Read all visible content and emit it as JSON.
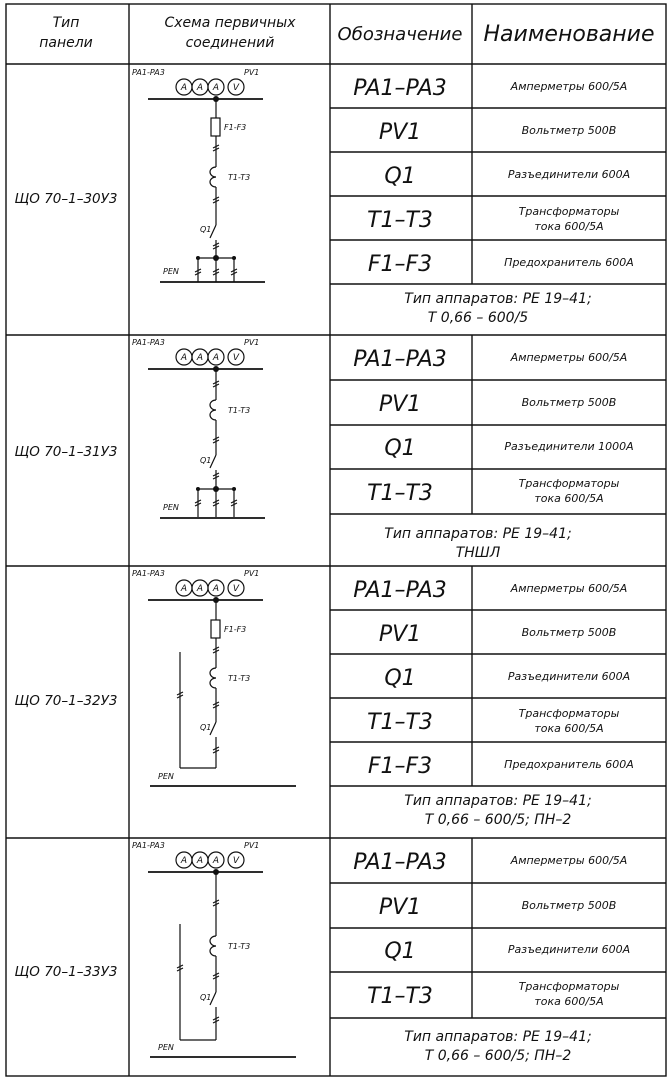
{
  "header": {
    "col_type": [
      "Тип",
      "панели"
    ],
    "col_scheme": [
      "Схема первичных",
      "соединений"
    ],
    "col_designation": "Обозначение",
    "col_name": "Наименование"
  },
  "panels": [
    {
      "type": "ЩО 70–1–30У3",
      "scheme": {
        "meters_label": "PA1-PA3",
        "voltmeter_label": "PV1",
        "meter_letters": [
          "A",
          "A",
          "A",
          "V"
        ],
        "fuse_label": "F1-F3",
        "tt_label": "T1-T3",
        "switch_label": "Q1",
        "pen_label": "PEN"
      },
      "rows": [
        {
          "designation": "PA1–PA3",
          "name": [
            "Амперметры 600/5А"
          ]
        },
        {
          "designation": "PV1",
          "name": [
            "Вольтметр 500В"
          ]
        },
        {
          "designation": "Q1",
          "name": [
            "Разъединители 600А"
          ]
        },
        {
          "designation": "T1–T3",
          "name": [
            "Трансформаторы",
            "тока 600/5А"
          ]
        },
        {
          "designation": "F1–F3",
          "name": [
            "Предохранитель 600А"
          ]
        }
      ],
      "note": [
        "Тип аппаратов: РЕ 19–41;",
        "Т 0,66 – 600/5"
      ]
    },
    {
      "type": "ЩО 70–1–31У3",
      "scheme": {
        "meters_label": "PA1-PA3",
        "voltmeter_label": "PV1",
        "meter_letters": [
          "A",
          "A",
          "A",
          "V"
        ],
        "tt_label": "T1-T3",
        "switch_label": "Q1",
        "pen_label": "PEN"
      },
      "rows": [
        {
          "designation": "PA1–PA3",
          "name": [
            "Амперметры 600/5А"
          ]
        },
        {
          "designation": "PV1",
          "name": [
            "Вольтметр 500В"
          ]
        },
        {
          "designation": "Q1",
          "name": [
            "Разъединители 1000А"
          ]
        },
        {
          "designation": "T1–T3",
          "name": [
            "Трансформаторы",
            "тока 600/5А"
          ]
        }
      ],
      "note": [
        "Тип аппаратов: РЕ 19–41;",
        "ТНШЛ"
      ]
    },
    {
      "type": "ЩО 70–1–32У3",
      "scheme": {
        "meters_label": "PA1-PA3",
        "voltmeter_label": "PV1",
        "meter_letters": [
          "A",
          "A",
          "A",
          "V"
        ],
        "fuse_label": "F1-F3",
        "tt_label": "T1-T3",
        "switch_label": "Q1",
        "pen_label": "PEN"
      },
      "rows": [
        {
          "designation": "PA1–PA3",
          "name": [
            "Амперметры 600/5А"
          ]
        },
        {
          "designation": "PV1",
          "name": [
            "Вольтметр 500В"
          ]
        },
        {
          "designation": "Q1",
          "name": [
            "Разъединители 600А"
          ]
        },
        {
          "designation": "T1–T3",
          "name": [
            "Трансформаторы",
            "тока 600/5А"
          ]
        },
        {
          "designation": "F1–F3",
          "name": [
            "Предохранитель 600А"
          ]
        }
      ],
      "note": [
        "Тип аппаратов: РЕ 19–41;",
        "Т 0,66 – 600/5; ПН–2"
      ]
    },
    {
      "type": "ЩО 70–1–33У3",
      "scheme": {
        "meters_label": "PA1-PA3",
        "voltmeter_label": "PV1",
        "meter_letters": [
          "A",
          "A",
          "A",
          "V"
        ],
        "tt_label": "T1-T3",
        "switch_label": "Q1",
        "pen_label": "PEN"
      },
      "rows": [
        {
          "designation": "PA1–PA3",
          "name": [
            "Амперметры 600/5А"
          ]
        },
        {
          "designation": "PV1",
          "name": [
            "Вольтметр 500В"
          ]
        },
        {
          "designation": "Q1",
          "name": [
            "Разъединители 600А"
          ]
        },
        {
          "designation": "T1–T3",
          "name": [
            "Трансформаторы",
            "тока 600/5А"
          ]
        }
      ],
      "note": [
        "Тип аппаратов: РЕ 19–41;",
        "Т 0,66 – 600/5; ПН–2"
      ]
    }
  ]
}
